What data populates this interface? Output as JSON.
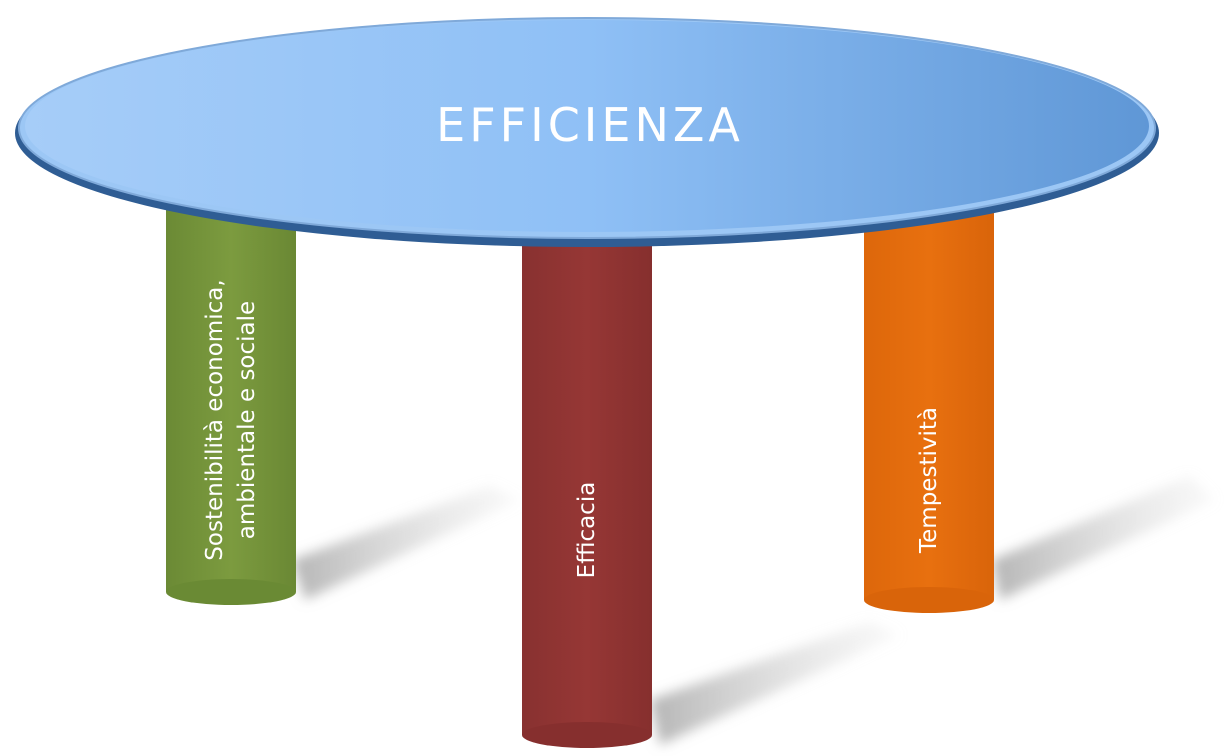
{
  "diagram": {
    "title": "EFFICIENZA",
    "pillars": [
      {
        "lines": [
          "Sostenibilità economica,",
          "ambientale e sociale"
        ],
        "color": "#77933c"
      },
      {
        "lines": [
          "Efficacia"
        ],
        "color": "#953735"
      },
      {
        "lines": [
          "Tempestività"
        ],
        "color": "#e46c0a"
      }
    ],
    "colors": {
      "tabletop_light": "#a9d1fb",
      "tabletop_dark": "#5b9bd5",
      "tabletop_rim": "#2f5f9a",
      "shadow": "#b5b5b5"
    }
  }
}
